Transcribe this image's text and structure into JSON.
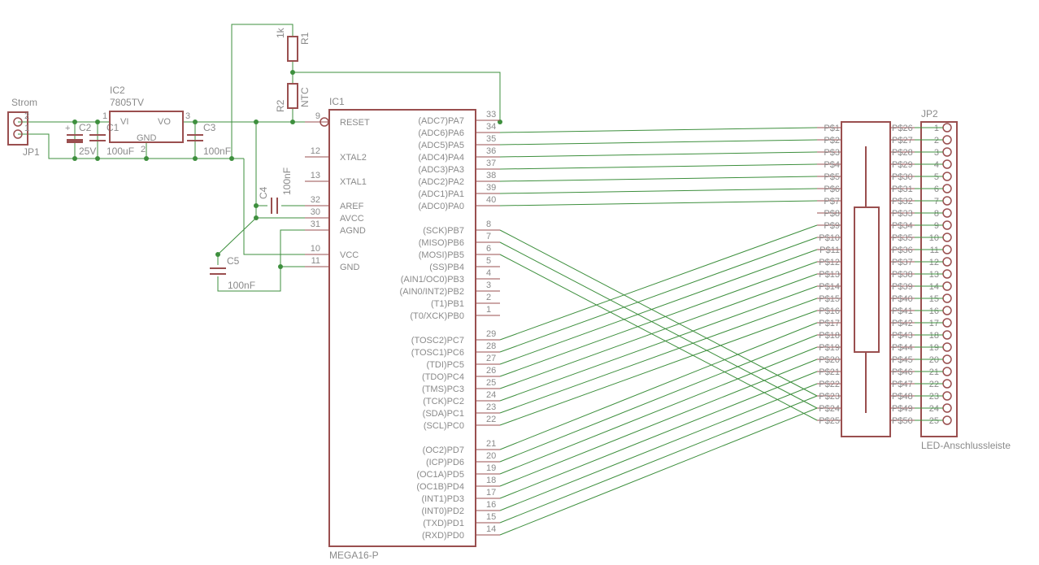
{
  "colors": {
    "wire": "#3d8f3d",
    "part": "#9a4f4f",
    "text": "#8a8a8a",
    "background": "#ffffff"
  },
  "components": {
    "jp1": {
      "name": "JP1",
      "value": "Strom",
      "pins": [
        "2",
        "1"
      ]
    },
    "ic2": {
      "name": "IC2",
      "value": "7805TV",
      "pin_in": "1",
      "pin_gnd": "2",
      "pin_out": "3",
      "vi": "VI",
      "vo": "VO",
      "gnd": "GND"
    },
    "c1": {
      "name": "C1",
      "value": "100uF"
    },
    "c2": {
      "name": "C2",
      "value": "25V"
    },
    "c3": {
      "name": "C3",
      "value": "100nF"
    },
    "c4": {
      "name": "C4",
      "value": "100nF"
    },
    "c5": {
      "name": "C5",
      "value": "100nF"
    },
    "r1": {
      "name": "R1",
      "value": "1k"
    },
    "r2": {
      "name": "R2",
      "value": "NTC"
    },
    "ic1": {
      "name": "IC1",
      "value": "MEGA16-P"
    },
    "jp2": {
      "name": "JP2",
      "value": "LED-Anschlussleiste"
    }
  },
  "ic1_left_pins": [
    {
      "num": "9",
      "label": "RESET"
    },
    {
      "num": "12",
      "label": "XTAL2"
    },
    {
      "num": "13",
      "label": "XTAL1"
    },
    {
      "num": "32",
      "label": "AREF"
    },
    {
      "num": "30",
      "label": "AVCC"
    },
    {
      "num": "31",
      "label": "AGND"
    },
    {
      "num": "10",
      "label": "VCC"
    },
    {
      "num": "11",
      "label": "GND"
    }
  ],
  "ic1_right_pins": [
    {
      "num": "33",
      "label": "(ADC7)PA7"
    },
    {
      "num": "34",
      "label": "(ADC6)PA6"
    },
    {
      "num": "35",
      "label": "(ADC5)PA5"
    },
    {
      "num": "36",
      "label": "(ADC4)PA4"
    },
    {
      "num": "37",
      "label": "(ADC3)PA3"
    },
    {
      "num": "38",
      "label": "(ADC2)PA2"
    },
    {
      "num": "39",
      "label": "(ADC1)PA1"
    },
    {
      "num": "40",
      "label": "(ADC0)PA0"
    },
    {
      "num": "8",
      "label": "(SCK)PB7"
    },
    {
      "num": "7",
      "label": "(MISO)PB6"
    },
    {
      "num": "6",
      "label": "(MOSI)PB5"
    },
    {
      "num": "5",
      "label": "(SS)PB4"
    },
    {
      "num": "4",
      "label": "(AIN1/OC0)PB3"
    },
    {
      "num": "3",
      "label": "(AIN0/INT2)PB2"
    },
    {
      "num": "2",
      "label": "(T1)PB1"
    },
    {
      "num": "1",
      "label": "(T0/XCK)PB0"
    },
    {
      "num": "29",
      "label": "(TOSC2)PC7"
    },
    {
      "num": "28",
      "label": "(TOSC1)PC6"
    },
    {
      "num": "27",
      "label": "(TDI)PC5"
    },
    {
      "num": "26",
      "label": "(TDO)PC4"
    },
    {
      "num": "25",
      "label": "(TMS)PC3"
    },
    {
      "num": "24",
      "label": "(TCK)PC2"
    },
    {
      "num": "23",
      "label": "(SDA)PC1"
    },
    {
      "num": "22",
      "label": "(SCL)PC0"
    },
    {
      "num": "21",
      "label": "(OC2)PD7"
    },
    {
      "num": "20",
      "label": "(ICP)PD6"
    },
    {
      "num": "19",
      "label": "(OC1A)PD5"
    },
    {
      "num": "18",
      "label": "(OC1B)PD4"
    },
    {
      "num": "17",
      "label": "(INT1)PD3"
    },
    {
      "num": "16",
      "label": "(INT0)PD2"
    },
    {
      "num": "15",
      "label": "(TXD)PD1"
    },
    {
      "num": "14",
      "label": "(RXD)PD0"
    }
  ],
  "led_array_left": [
    "P$1",
    "P$2",
    "P$3",
    "P$4",
    "P$5",
    "P$6",
    "P$7",
    "P$8",
    "P$9",
    "P$10",
    "P$11",
    "P$12",
    "P$13",
    "P$14",
    "P$15",
    "P$16",
    "P$17",
    "P$18",
    "P$19",
    "P$20",
    "P$21",
    "P$22",
    "P$23",
    "P$24",
    "P$25"
  ],
  "led_array_right": [
    "P$26",
    "P$27",
    "P$28",
    "P$29",
    "P$30",
    "P$31",
    "P$32",
    "P$33",
    "P$34",
    "P$35",
    "P$36",
    "P$37",
    "P$38",
    "P$39",
    "P$40",
    "P$41",
    "P$42",
    "P$43",
    "P$44",
    "P$45",
    "P$46",
    "P$47",
    "P$48",
    "P$49",
    "P$50"
  ],
  "jp2_pins": [
    "1",
    "2",
    "3",
    "4",
    "5",
    "6",
    "7",
    "8",
    "9",
    "10",
    "11",
    "12",
    "13",
    "14",
    "15",
    "16",
    "17",
    "18",
    "19",
    "20",
    "21",
    "22",
    "23",
    "24",
    "25"
  ]
}
